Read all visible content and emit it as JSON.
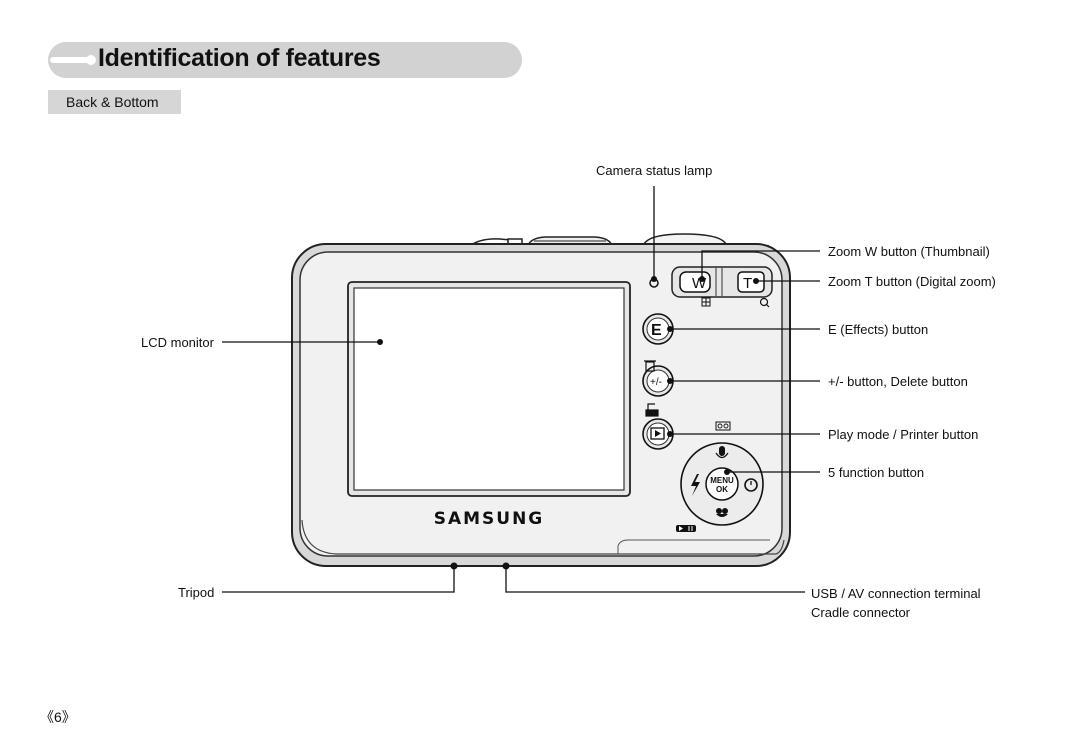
{
  "header": {
    "title": "Identification of features",
    "section": "Back & Bottom"
  },
  "callouts": {
    "status_lamp": "Camera status lamp",
    "zoom_w": "Zoom W button (Thumbnail)",
    "zoom_t": "Zoom T button (Digital zoom)",
    "effects": "E (Effects) button",
    "plusminus": "+/- button, Delete button",
    "play": "Play mode / Printer button",
    "five_func": "5 function button",
    "lcd": "LCD monitor",
    "tripod": "Tripod",
    "usb": "USB / AV connection terminal",
    "cradle": "Cradle connector"
  },
  "camera": {
    "brand": "SAMSUNG",
    "btn_w": "W",
    "btn_t": "T",
    "btn_e": "E",
    "menu_line1": "MENU",
    "menu_line2": "OK"
  },
  "footer": {
    "page_number": "《6》"
  }
}
